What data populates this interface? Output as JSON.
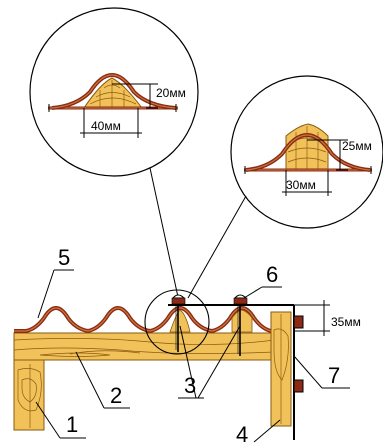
{
  "detail_top": {
    "height_label": "20мм",
    "width_label": "40мм"
  },
  "detail_right": {
    "height_label": "25мм",
    "width_label": "30мм"
  },
  "main": {
    "height_label": "35мм"
  },
  "callouts": {
    "c1": "1",
    "c2": "2",
    "c3": "3",
    "c4": "4",
    "c5": "5",
    "c6": "6",
    "c7": "7"
  },
  "colors": {
    "sheet": "#8b2a16",
    "sheet_inner": "#c9793a",
    "wood": "#f2c25a",
    "wood_grain": "#8a5a12",
    "line": "#000000"
  }
}
